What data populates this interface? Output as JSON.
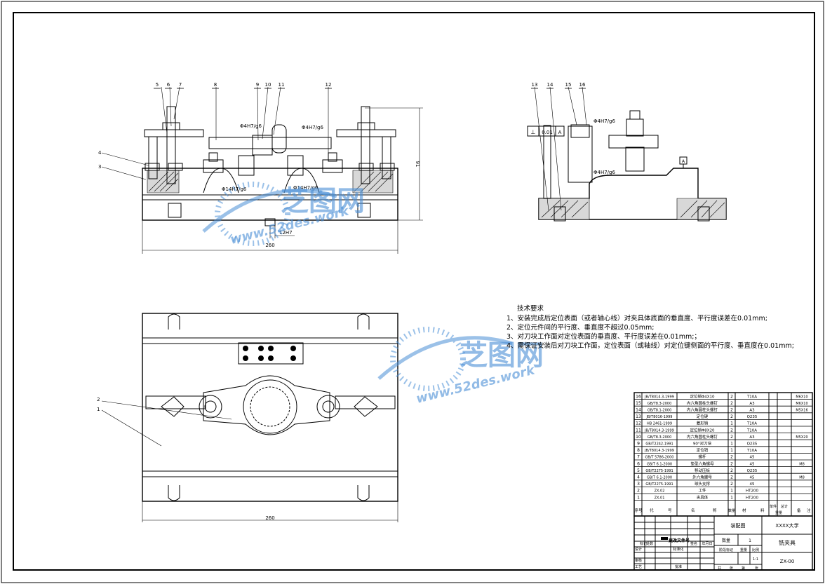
{
  "drawing": {
    "tech_req_title": "技术要求",
    "tech_req_lines": [
      "1、安装完成后定位表面（或者轴心线）对夹具体底面的垂直度、平行度误差在0.01mm;",
      "2、定位元件间的平行度、垂直度不超过0.05mm;",
      "3、对刀块工作面对定位表面的垂直度、平行度误差在0.01mm;；",
      "4、需保证安装后对刀块工作面，定位表面（或轴线）对定位键侧面的平行度、垂直度在0.01mm;"
    ],
    "front_view": {
      "balloons": [
        "5",
        "6",
        "7",
        "8",
        "9",
        "10",
        "11",
        "12",
        "4",
        "3"
      ],
      "dims": [
        "Φ4H7/g6",
        "Φ4H7/g6",
        "Φ14H7/g6",
        "Φ14H7/g6",
        "12H7",
        "260",
        "91"
      ]
    },
    "side_view": {
      "balloons": [
        "13",
        "14",
        "15",
        "16"
      ],
      "dims": [
        "Φ4H7/g6",
        "Φ4H7/g6"
      ],
      "tolerance_frame": [
        "⊥",
        "0.01",
        "A"
      ],
      "datum": "A"
    },
    "top_view": {
      "balloons": [
        "2",
        "1"
      ],
      "dims": [
        "260"
      ]
    },
    "watermark": {
      "brand": "芝图网",
      "url": "www.52des.work"
    }
  },
  "bom": {
    "rows": [
      {
        "no": "16",
        "code": "JB/T8014.3-1999",
        "name": "定位销Φ4X10",
        "qty": "2",
        "mat": "T10A",
        "note": "M6X10"
      },
      {
        "no": "15",
        "code": "GB/T8.3-2000",
        "name": "内六角圆柱头螺钉",
        "qty": "2",
        "mat": "A3",
        "note": "M6X10"
      },
      {
        "no": "14",
        "code": "GB/T8.1-2000",
        "name": "内六角圆柱头螺钉",
        "qty": "2",
        "mat": "A3",
        "note": "M5X16"
      },
      {
        "no": "13",
        "code": "JB/T8016-1999",
        "name": "定位键",
        "qty": "2",
        "mat": "Q235",
        "note": ""
      },
      {
        "no": "12",
        "code": "HB 2461-1999",
        "name": "菱形销",
        "qty": "1",
        "mat": "T10A",
        "note": ""
      },
      {
        "no": "11",
        "code": "JB/T8014.3-1999",
        "name": "定位销Φ8X20",
        "qty": "2",
        "mat": "T10A",
        "note": ""
      },
      {
        "no": "10",
        "code": "GB/T8.3-2000",
        "name": "内六角圆柱头螺钉",
        "qty": "2",
        "mat": "A3",
        "note": "M5X20"
      },
      {
        "no": "9",
        "code": "GB/T2242-1991",
        "name": "90°对刀块",
        "qty": "1",
        "mat": "Q235",
        "note": ""
      },
      {
        "no": "8",
        "code": "JB/T8014.3-1999",
        "name": "定位销",
        "qty": "1",
        "mat": "T10A",
        "note": ""
      },
      {
        "no": "7",
        "code": "GB/T 5786-2000",
        "name": "螺杆",
        "qty": "2",
        "mat": "45",
        "note": ""
      },
      {
        "no": "6",
        "code": "GB/T 6.1-2000",
        "name": "垫型六角螺母",
        "qty": "2",
        "mat": "45",
        "note": "M8"
      },
      {
        "no": "5",
        "code": "GB/T2275-1991",
        "name": "移动压板",
        "qty": "2",
        "mat": "Q235",
        "note": ""
      },
      {
        "no": "4",
        "code": "GB/T 6.1-2000",
        "name": "外六角螺母",
        "qty": "2",
        "mat": "45",
        "note": "M8"
      },
      {
        "no": "3",
        "code": "GB/T2275-1991",
        "name": "球头支撑",
        "qty": "2",
        "mat": "45",
        "note": ""
      },
      {
        "no": "2",
        "code": "ZX-02",
        "name": "工件",
        "qty": "1",
        "mat": "HT200",
        "note": ""
      },
      {
        "no": "1",
        "code": "ZX-01",
        "name": "夹具体",
        "qty": "1",
        "mat": "HT200",
        "note": ""
      }
    ],
    "header": [
      "序号",
      "代",
      "号",
      "名",
      "称",
      "数量",
      "材",
      "料",
      "单件",
      "总计",
      "重量",
      "备",
      "注"
    ]
  },
  "title_block": {
    "drawing_type": "装配图",
    "school": "XXXX大学",
    "qty_label": "数量",
    "qty_value": "1",
    "name": "铣夹具",
    "stage_label": "阶段标记",
    "weight_label": "重量",
    "scale_label": "比例",
    "scale": "1:1",
    "code": "ZX-00",
    "mark_labels": [
      "标记",
      "处数",
      "更改文件号",
      "签名",
      "年月日"
    ],
    "role_labels": [
      "设计",
      "审核",
      "工艺"
    ],
    "std_label": "标准化",
    "approve_label": "批准",
    "sheet_labels": [
      "共",
      "张",
      "第",
      "张"
    ]
  }
}
